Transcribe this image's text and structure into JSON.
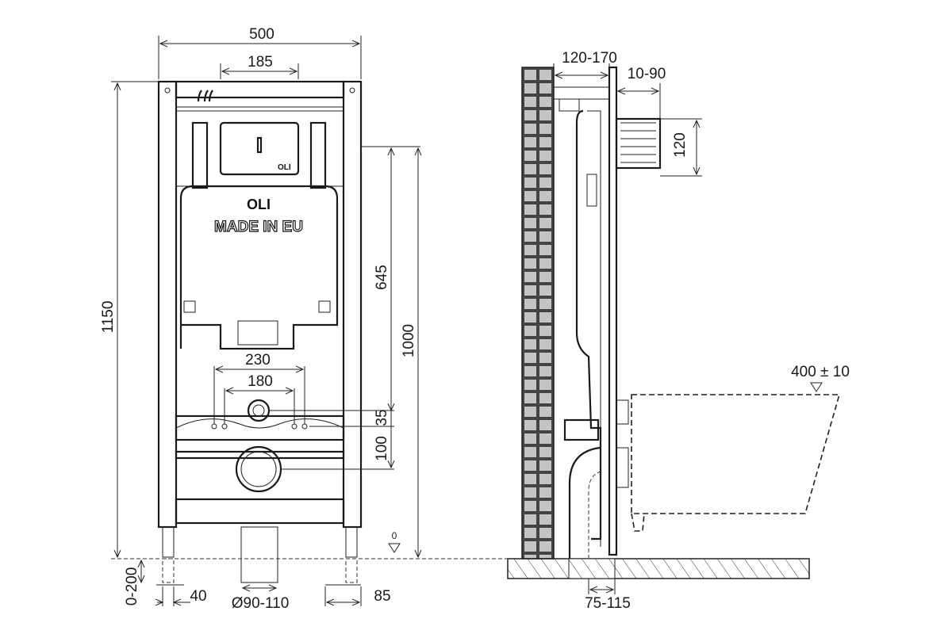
{
  "front_view": {
    "width_total": "500",
    "button_offset": "185",
    "height_total": "1150",
    "height_645": "645",
    "height_1000": "1000",
    "bolt_spacing_outer": "230",
    "bolt_spacing_inner": "180",
    "dim_35": "35",
    "dim_100": "100",
    "floor_level": "0",
    "leg_adjust": "0-200",
    "leg_width": "40",
    "pipe_diameter": "Ø90-110",
    "foot_width": "85",
    "brand_small": "OLI",
    "brand_large": "OLI",
    "made_in": "MADE IN EU"
  },
  "side_view": {
    "wall_distance": "120-170",
    "panel_depth": "10-90",
    "button_height": "120",
    "seat_height": "400 ± 10",
    "drain_offset": "75-115"
  },
  "colors": {
    "line": "#1a1a1a",
    "tile": "#bdbdbd",
    "background": "#ffffff"
  }
}
